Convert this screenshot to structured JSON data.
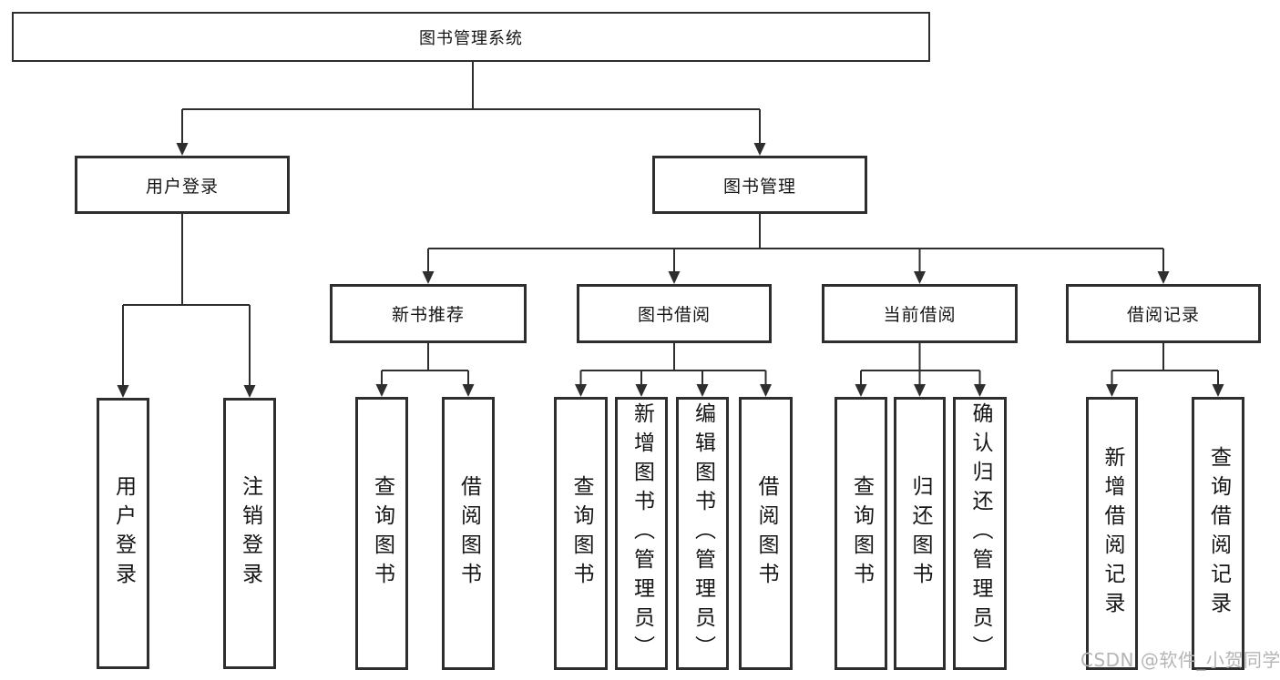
{
  "diagram": {
    "type": "hierarchy-tree",
    "tree": {
      "label": "图书管理系统",
      "children": [
        {
          "label": "用户登录",
          "children": [
            {
              "label": "用户登录"
            },
            {
              "label": "注销登录"
            }
          ]
        },
        {
          "label": "图书管理",
          "children": [
            {
              "label": "新书推荐",
              "children": [
                {
                  "label": "查询图书"
                },
                {
                  "label": "借阅图书"
                }
              ]
            },
            {
              "label": "图书借阅",
              "children": [
                {
                  "label": "查询图书"
                },
                {
                  "label": "新增图书（管理员）"
                },
                {
                  "label": "编辑图书（管理员）"
                },
                {
                  "label": "借阅图书"
                }
              ]
            },
            {
              "label": "当前借阅",
              "children": [
                {
                  "label": "查询图书"
                },
                {
                  "label": "归还图书"
                },
                {
                  "label": "确认归还（管理员）"
                }
              ]
            },
            {
              "label": "借阅记录",
              "children": [
                {
                  "label": "新增借阅记录"
                },
                {
                  "label": "查询借阅记录"
                }
              ]
            }
          ]
        }
      ]
    },
    "colors": {
      "line": "#2e2e2e",
      "box_background": "#ffffff",
      "text": "#151515",
      "watermark": "#b5b5b5"
    }
  },
  "watermark": {
    "text": "CSDN @软件_小贺同学"
  }
}
